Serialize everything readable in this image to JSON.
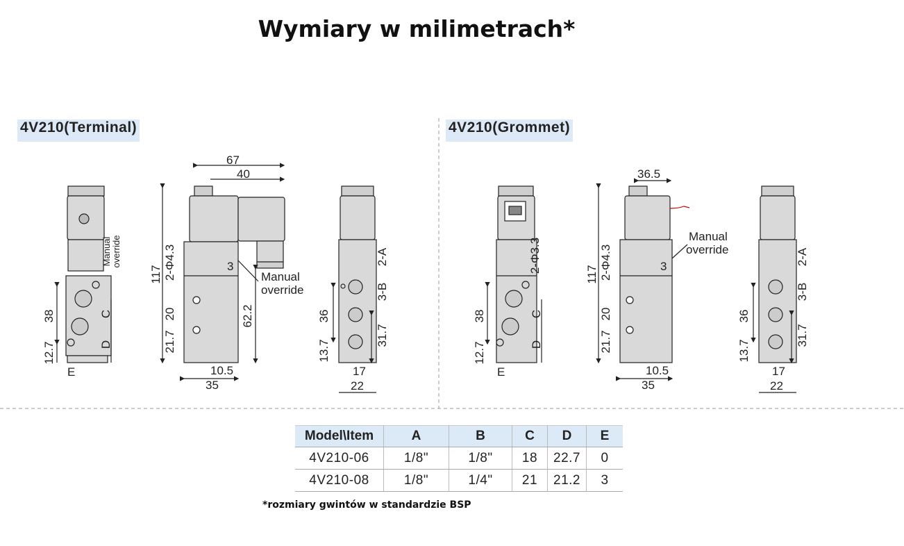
{
  "title": "Wymiary w milimetrach*",
  "sections": [
    {
      "label": "4V210(Terminal)",
      "side": {
        "d38": "38",
        "d127": "12.7",
        "C": "C",
        "D": "D",
        "E": "E",
        "mo1": "Manual",
        "mo2": "override"
      },
      "front": {
        "d67": "67",
        "d40": "40",
        "d117": "117",
        "holes": "2-Φ4.3",
        "d20": "20",
        "d217": "21.7",
        "d3": "3",
        "mo1": "Manual",
        "mo2": "override",
        "d622": "62.2",
        "d105": "10.5",
        "d35": "35"
      },
      "back": {
        "a": "2-A",
        "b": "3-B",
        "d36": "36",
        "d317": "31.7",
        "d137": "13.7",
        "d17": "17",
        "d22": "22"
      }
    },
    {
      "label": "4V210(Grommet)",
      "side": {
        "d38": "38",
        "d127": "12.7",
        "C": "C",
        "D": "D",
        "E": "E",
        "holes": "2-Φ3.3"
      },
      "front": {
        "d365": "36.5",
        "d117": "117",
        "holes": "2-Φ4.3",
        "d20": "20",
        "d217": "21.7",
        "d3": "3",
        "mo1": "Manual",
        "mo2": "override",
        "d105": "10.5",
        "d35": "35"
      },
      "back": {
        "a": "2-A",
        "b": "3-B",
        "d36": "36",
        "d317": "31.7",
        "d137": "13.7",
        "d17": "17",
        "d22": "22"
      }
    }
  ],
  "table": {
    "headers": [
      "Model\\Item",
      "A",
      "B",
      "C",
      "D",
      "E"
    ],
    "rows": [
      [
        "4V210-06",
        "1/8\"",
        "1/8\"",
        "18",
        "22.7",
        "0"
      ],
      [
        "4V210-08",
        "1/8\"",
        "1/4\"",
        "21",
        "21.2",
        "3"
      ]
    ]
  },
  "footnote": "*rozmiary gwintów w standardzie BSP"
}
